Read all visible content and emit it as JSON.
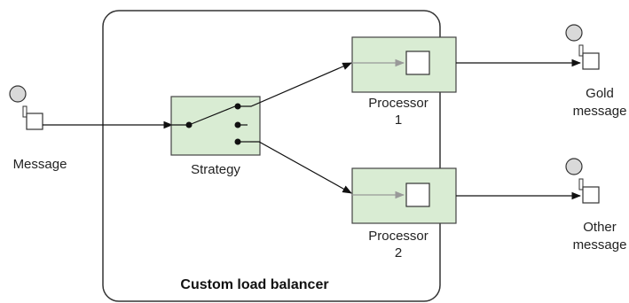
{
  "diagram": {
    "container_label": "Custom load balancer",
    "input": {
      "label": "Message"
    },
    "strategy": {
      "label": "Strategy"
    },
    "processors": [
      {
        "line1": "Processor",
        "line2": "1"
      },
      {
        "line1": "Processor",
        "line2": "2"
      }
    ],
    "outputs": [
      {
        "line1": "Gold",
        "line2": "message"
      },
      {
        "line1": "Other",
        "line2": "message"
      }
    ],
    "colors": {
      "node_fill": "#d9ecd3",
      "node_stroke": "#444444",
      "endpoint_fill": "#d9d9d9",
      "arrow": "#111111",
      "inner_arrow": "#999999"
    }
  }
}
